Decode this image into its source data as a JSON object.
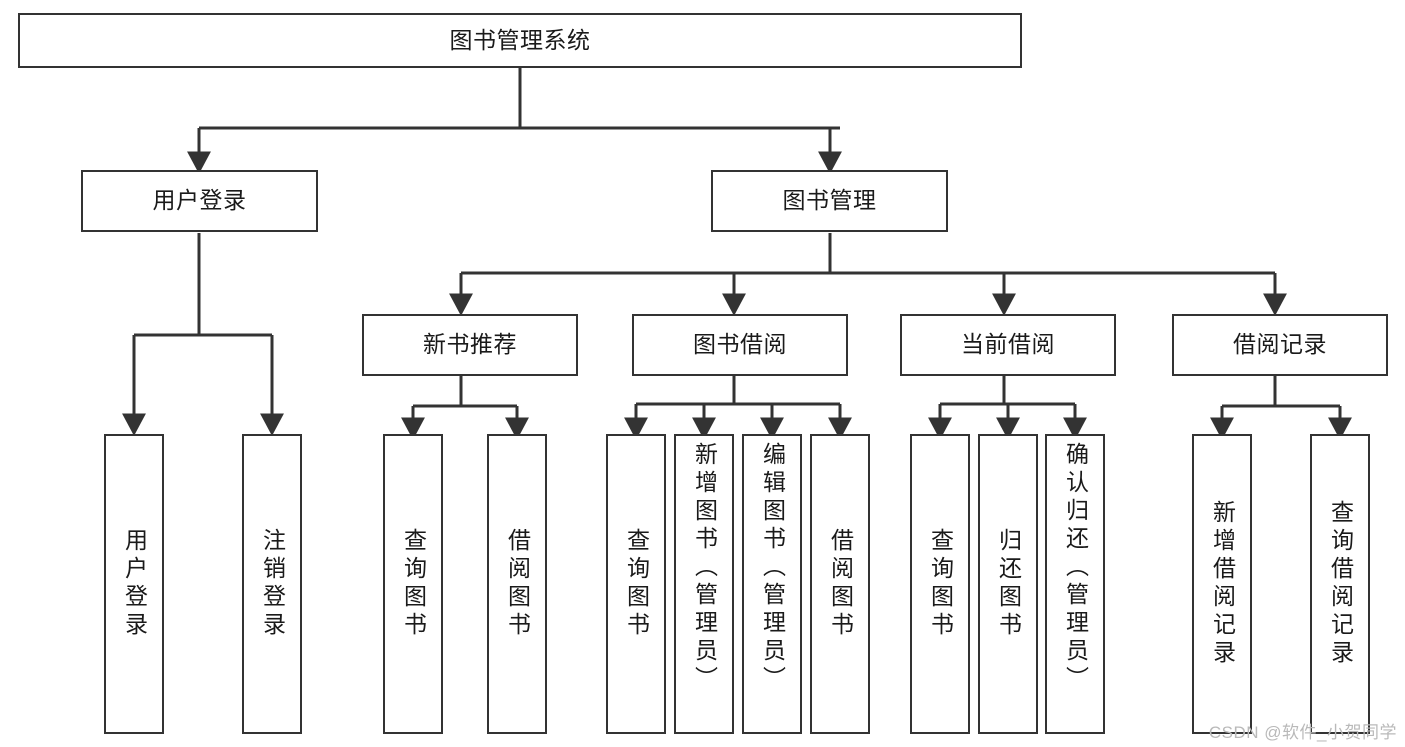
{
  "diagram": {
    "type": "tree",
    "title": "图书管理系统",
    "style": {
      "box_border_color": "#333333",
      "box_fill_color": "#ffffff",
      "line_color": "#333333",
      "text_color": "#1a1a1a",
      "background": "#ffffff"
    }
  },
  "nodes": {
    "root": {
      "label": "图书管理系统"
    },
    "level2": [
      {
        "label": "用户登录"
      },
      {
        "label": "图书管理"
      }
    ],
    "level3": [
      {
        "label": "新书推荐"
      },
      {
        "label": "图书借阅"
      },
      {
        "label": "当前借阅"
      },
      {
        "label": "借阅记录"
      }
    ],
    "leaves": {
      "user_login": [
        {
          "label": "用户登录"
        },
        {
          "label": "注销登录"
        }
      ],
      "new_book_recommend": [
        {
          "label": "查询图书"
        },
        {
          "label": "借阅图书"
        }
      ],
      "book_borrow": [
        {
          "label": "查询图书"
        },
        {
          "label": "新增图书（管理员）"
        },
        {
          "label": "编辑图书（管理员）"
        },
        {
          "label": "借阅图书"
        }
      ],
      "current_borrow": [
        {
          "label": "查询图书"
        },
        {
          "label": "归还图书"
        },
        {
          "label": "确认归还（管理员）"
        }
      ],
      "borrow_record": [
        {
          "label": "新增借阅记录"
        },
        {
          "label": "查询借阅记录"
        }
      ]
    }
  },
  "watermark": {
    "text": "CSDN @软件_小贺同学"
  }
}
